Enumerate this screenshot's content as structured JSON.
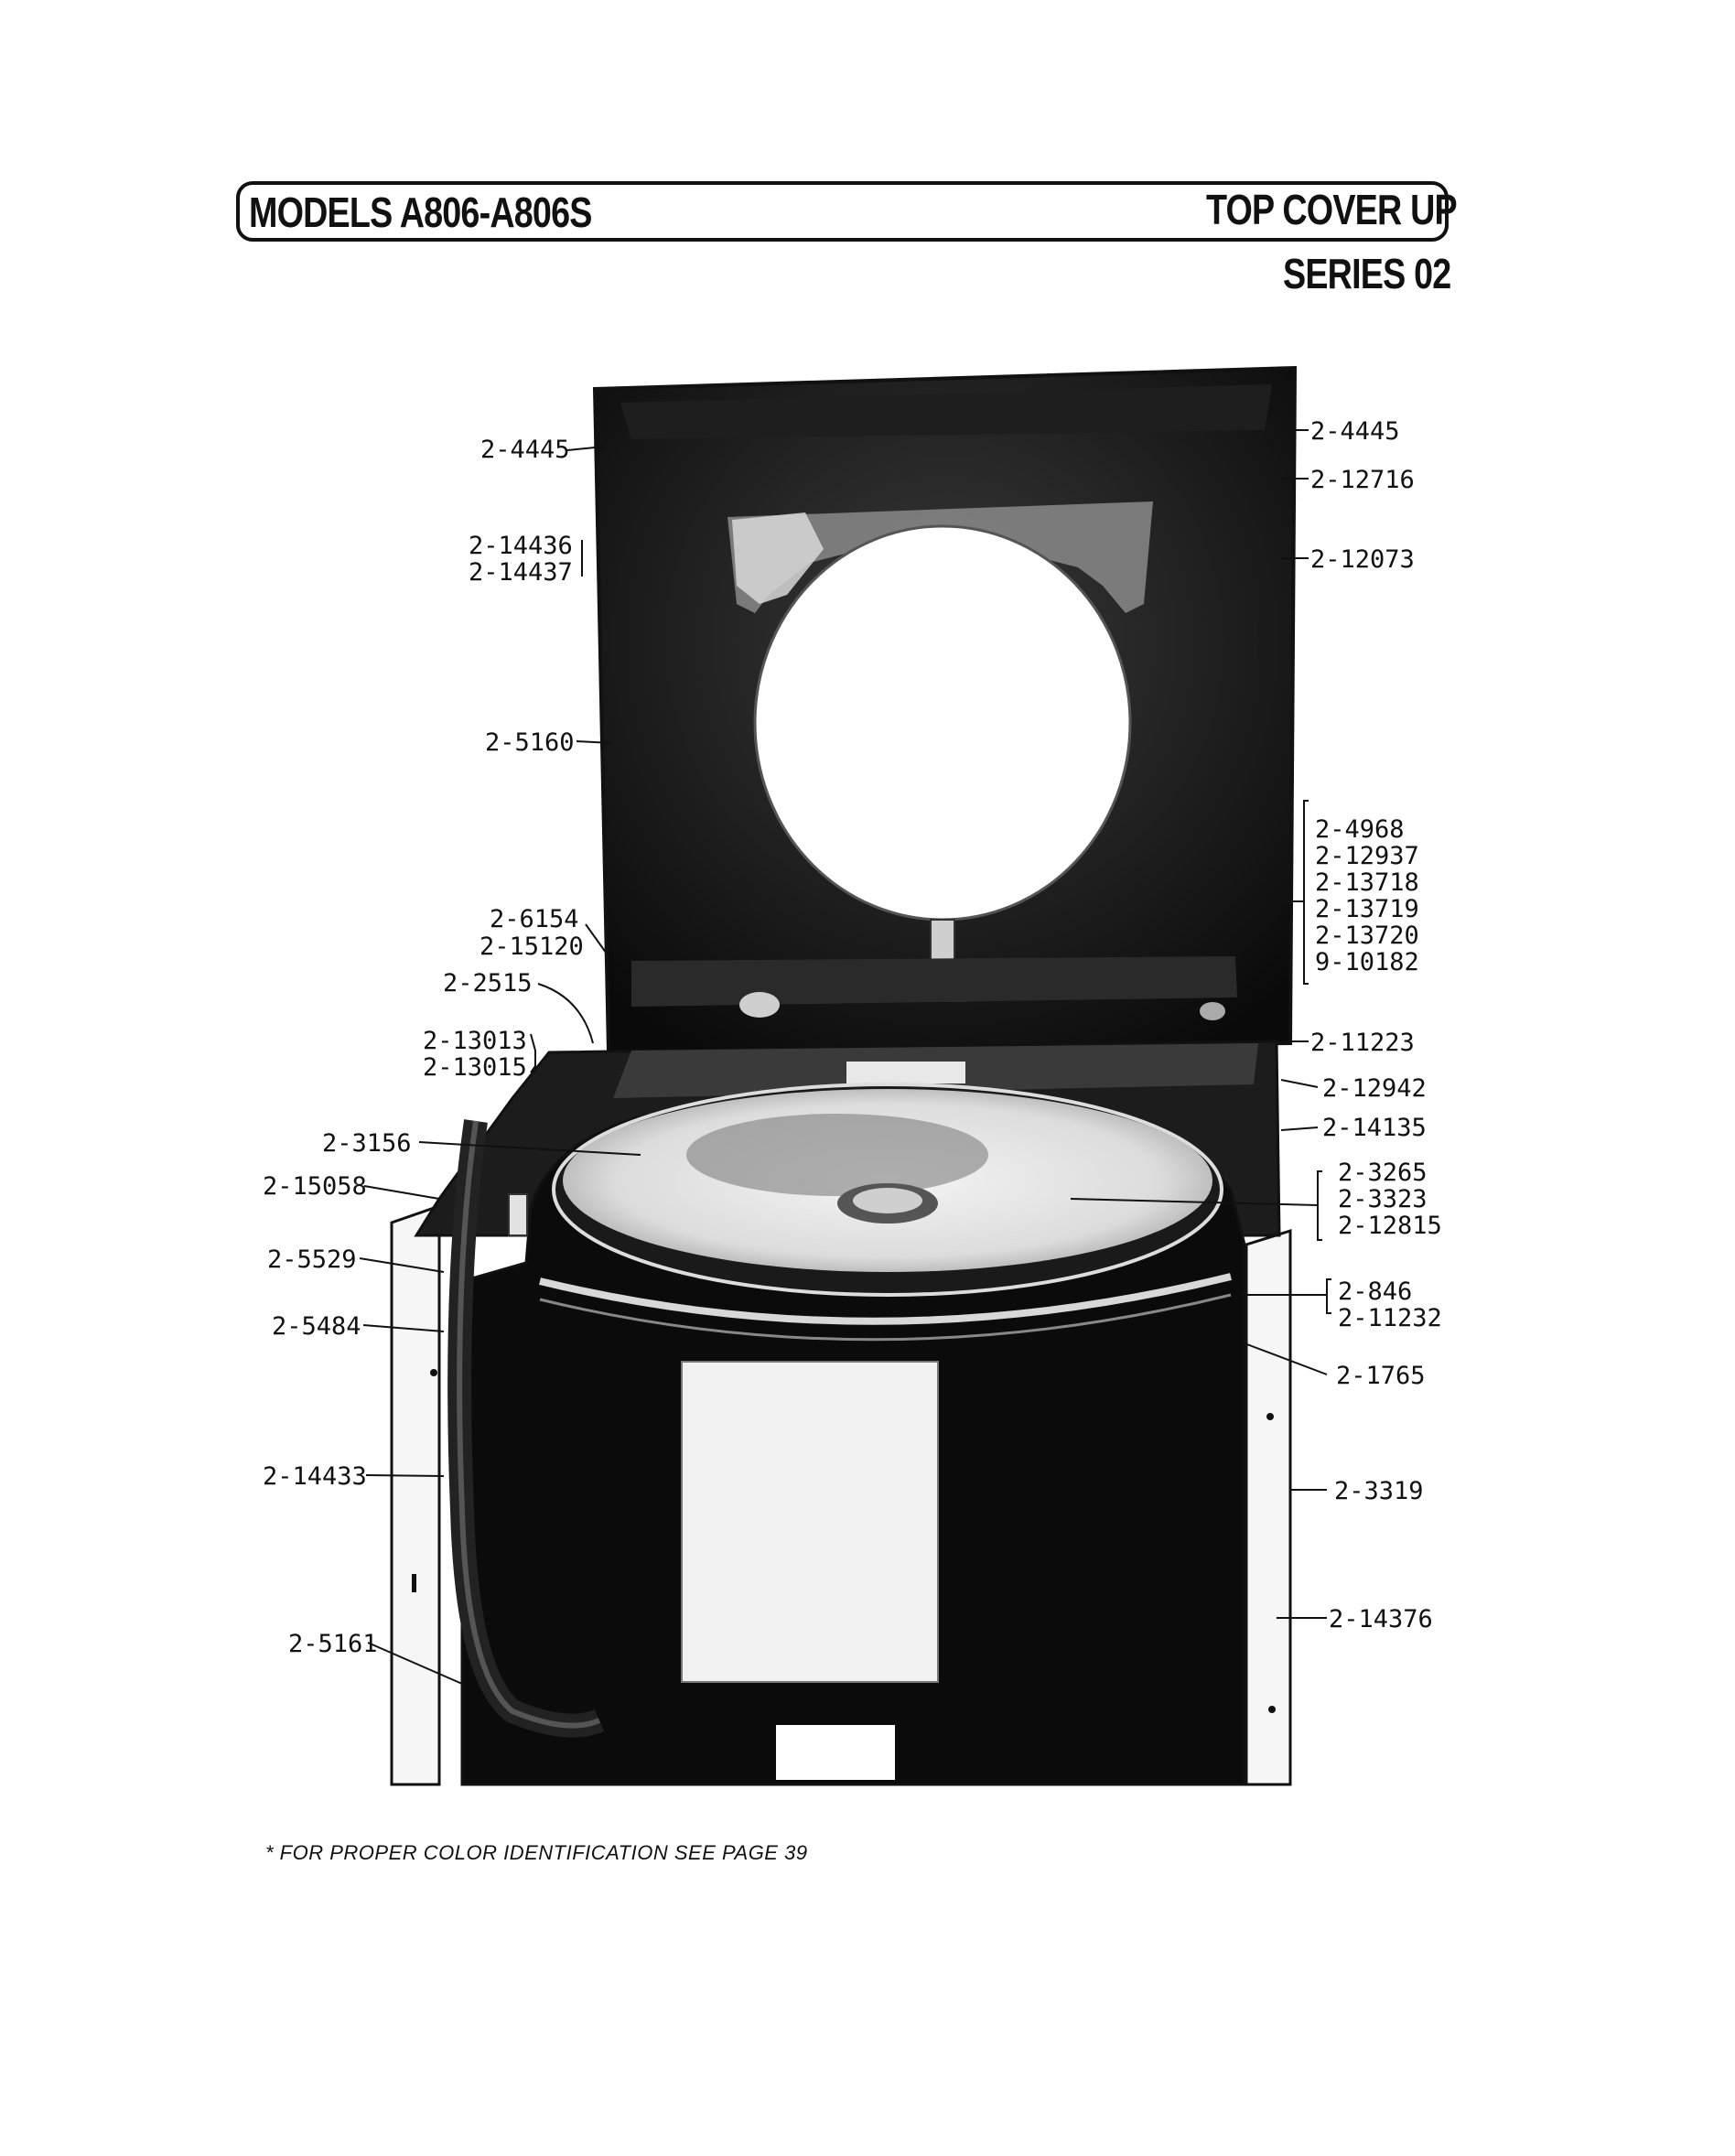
{
  "header": {
    "models": "MODELS  A806-A806S",
    "view": "TOP COVER UP",
    "series": "SERIES 02"
  },
  "labels": {
    "l_4445_left": "2-4445",
    "l_4445_right": "2-4445",
    "l_12716": "2-12716",
    "l_14436": "2-14436",
    "l_14437": "2-14437",
    "l_12073": "2-12073",
    "l_5160": "2-5160",
    "l_4968": "2-4968",
    "l_12937": "2-12937",
    "l_13718": "2-13718",
    "l_13719": "2-13719",
    "l_13720": "2-13720",
    "l_10182": "9-10182",
    "l_6154": "2-6154",
    "l_15120": "2-15120",
    "l_2515": "2-2515",
    "l_13013": "2-13013",
    "l_13015": "2-13015",
    "l_11223": "2-11223",
    "l_12942": "2-12942",
    "l_14135": "2-14135",
    "l_3156": "2-3156",
    "l_3265": "2-3265",
    "l_3323": "2-3323",
    "l_12815": "2-12815",
    "l_15058": "2-15058",
    "l_5529": "2-5529",
    "l_846": "2-846",
    "l_11232": "2-11232",
    "l_5484": "2-5484",
    "l_1765": "2-1765",
    "l_14433": "2-14433",
    "l_3319": "2-3319",
    "l_14376": "2-14376",
    "l_5161": "2-5161"
  },
  "footnote": "* FOR PROPER COLOR IDENTIFICATION SEE PAGE 39"
}
